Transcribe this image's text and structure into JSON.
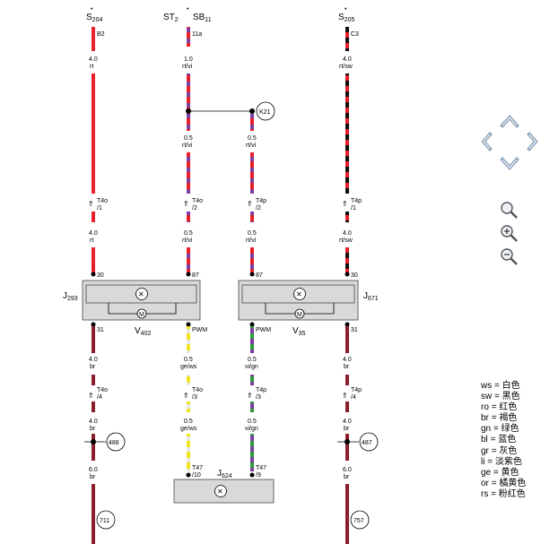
{
  "columns": {
    "a": {
      "top_label": "S",
      "top_sub": "204",
      "pin": "B2",
      "w1_size": "4.0",
      "w1_color": "rt",
      "conn": "T4o",
      "conn_pin": "/1",
      "w2_size": "4.0",
      "w2_color": "rt",
      "comp_pin_in": "30",
      "comp_pin_out": "31",
      "w3_size": "4.0",
      "w3_color": "br",
      "conn2": "T4o",
      "conn2_pin": "/4",
      "w4_size": "4.0",
      "w4_color": "br",
      "node": "488",
      "w5_size": "6.0",
      "w5_color": "br",
      "ground": "711"
    },
    "b": {
      "top_label": "ST",
      "top_sub": "2",
      "pin": "",
      "w1_size": "",
      "w1_color": "",
      "conn": "T4o",
      "conn_pin": "/2",
      "w2_size": "0.5",
      "w2_color": "rt/vi",
      "comp_pin_in": "87",
      "comp_pin_out": "PWM",
      "w3_size": "0.5",
      "w3_color": "ge/ws",
      "conn2": "T4o",
      "conn2_pin": "/3",
      "w4_size": "0.5",
      "w4_color": "ge/ws",
      "end_conn": "T47",
      "end_pin": "/10"
    },
    "c": {
      "top_label": "SB",
      "top_sub": "11",
      "pin": "11a",
      "w1_size": "1.0",
      "w1_color": "rt/vi",
      "node": "K21",
      "w_size": "0.5",
      "w_color": "rt/vi"
    },
    "d": {
      "w1_size": "0.5",
      "w1_color": "rt/vi",
      "conn": "T4p",
      "conn_pin": "/2",
      "w2_size": "0.5",
      "w2_color": "rt/vi",
      "comp_pin_in": "87",
      "comp_pin_out": "PWM",
      "w3_size": "0.5",
      "w3_color": "vi/gn",
      "conn2": "T4p",
      "conn2_pin": "/3",
      "w4_size": "0.5",
      "w4_color": "vi/gn",
      "end_conn": "T47",
      "end_pin": "/9"
    },
    "e": {
      "top_label": "S",
      "top_sub": "205",
      "pin": "C3",
      "w1_size": "4.0",
      "w1_color": "rt/sw",
      "conn": "T4p",
      "conn_pin": "/1",
      "w2_size": "4.0",
      "w2_color": "rt/sw",
      "comp_pin_in": "30",
      "comp_pin_out": "31",
      "w3_size": "4.0",
      "w3_color": "br",
      "conn2": "T4p",
      "conn2_pin": "/4",
      "w4_size": "4.0",
      "w4_color": "br",
      "node": "487",
      "w5_size": "6.0",
      "w5_color": "br",
      "ground": "757"
    }
  },
  "components": {
    "left": {
      "label": "J",
      "sub": "293",
      "motor_label": "V",
      "motor_sub": "402",
      "motor_symbol": "M"
    },
    "right": {
      "label": "J",
      "sub": "671",
      "motor_label": "V",
      "motor_sub": "35",
      "motor_symbol": "M"
    },
    "bottom": {
      "label": "J",
      "sub": "624"
    }
  },
  "nav_icons": [
    "arrow-up-icon",
    "arrow-left-icon",
    "arrow-right-icon",
    "arrow-down-icon",
    "zoom-reset-icon",
    "zoom-in-icon",
    "zoom-out-icon"
  ],
  "legend": [
    {
      "code": "ws",
      "sep": "=",
      "name": "白色"
    },
    {
      "code": "sw",
      "sep": "=",
      "name": "黑色"
    },
    {
      "code": "ro",
      "sep": "=",
      "name": "红色"
    },
    {
      "code": "br",
      "sep": "=",
      "name": "褐色"
    },
    {
      "code": "gn",
      "sep": "=",
      "name": "绿色"
    },
    {
      "code": "bl",
      "sep": "=",
      "name": "蓝色"
    },
    {
      "code": "gr",
      "sep": "=",
      "name": "灰色"
    },
    {
      "code": "li",
      "sep": "=",
      "name": "淡紫色"
    },
    {
      "code": "ge",
      "sep": "=",
      "name": "黄色"
    },
    {
      "code": "or",
      "sep": "=",
      "name": "橘黄色"
    },
    {
      "code": "rs",
      "sep": "=",
      "name": "粉红色"
    }
  ],
  "colors": {
    "rt": "#e8202a",
    "vi": "#7b3fa0",
    "sw": "#111111",
    "br": "#8b1e2b",
    "ge": "#f0e21c",
    "gn": "#2e9a3a",
    "ws": "#ffffff",
    "box": "#d9d9d9"
  }
}
